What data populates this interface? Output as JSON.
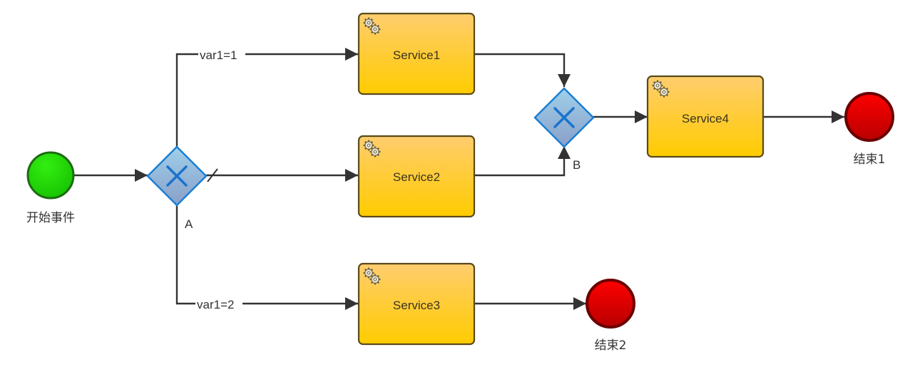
{
  "diagram": {
    "type": "bpmn-process",
    "colors": {
      "flow": "#333333",
      "task_fill_top": "#ffcd6e",
      "task_fill_bottom": "#ffcc00",
      "task_border": "#5a4a1a",
      "gateway_fill_top": "#9fd0ea",
      "gateway_fill_bottom": "#8a9fc8",
      "gateway_border": "#1a7fd4",
      "start_fill": "#22dd00",
      "start_border": "#1d6b12",
      "end_fill": "#e20000",
      "end_border": "#6a0000"
    },
    "start_event": {
      "id": "start",
      "label": "开始事件"
    },
    "gateways": [
      {
        "id": "gwA",
        "label": "A",
        "kind": "exclusive",
        "icon": "x-icon"
      },
      {
        "id": "gwB",
        "label": "B",
        "kind": "exclusive",
        "icon": "x-icon"
      }
    ],
    "tasks": [
      {
        "id": "service1",
        "label": "Service1",
        "icon": "gears-icon"
      },
      {
        "id": "service2",
        "label": "Service2",
        "icon": "gears-icon"
      },
      {
        "id": "service3",
        "label": "Service3",
        "icon": "gears-icon"
      },
      {
        "id": "service4",
        "label": "Service4",
        "icon": "gears-icon"
      }
    ],
    "end_events": [
      {
        "id": "end1",
        "label": "结束1"
      },
      {
        "id": "end2",
        "label": "结束2"
      }
    ],
    "flows": [
      {
        "from": "start",
        "to": "gwA",
        "label": ""
      },
      {
        "from": "gwA",
        "to": "service1",
        "label": "var1=1"
      },
      {
        "from": "gwA",
        "to": "service2",
        "label": "",
        "default": true
      },
      {
        "from": "gwA",
        "to": "service3",
        "label": "var1=2"
      },
      {
        "from": "service1",
        "to": "gwB",
        "label": ""
      },
      {
        "from": "service2",
        "to": "gwB",
        "label": ""
      },
      {
        "from": "gwB",
        "to": "service4",
        "label": ""
      },
      {
        "from": "service4",
        "to": "end1",
        "label": ""
      },
      {
        "from": "service3",
        "to": "end2",
        "label": ""
      }
    ]
  }
}
